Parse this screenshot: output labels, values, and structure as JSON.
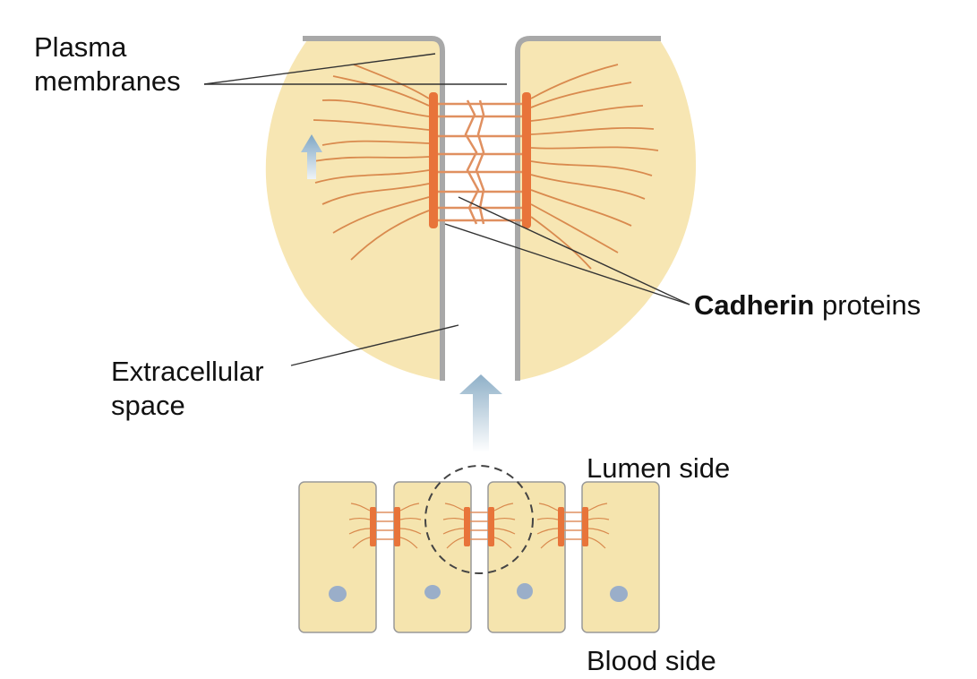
{
  "labels": {
    "plasma_line1": "Plasma",
    "plasma_line2": "membranes",
    "cadherin_bold": "Cadherin",
    "cadherin_rest": " proteins",
    "extracellular_line1": "Extracellular",
    "extracellular_line2": "space",
    "lumen_side": "Lumen side",
    "blood_side": "Blood side"
  },
  "colors": {
    "cytoplasm": "#f7e6b3",
    "cell_fill": "#f5e4ae",
    "membrane_gray": "#a8a8a8",
    "cadherin_orange": "#e8743a",
    "filament": "#d98a4e",
    "arrow_blue": "#a7bfd1",
    "nucleus": "#9aaec9",
    "leader_line": "#333333"
  },
  "icons": {
    "upward_arrow": "up-arrow-icon",
    "zoom_circle": "dashed-circle"
  }
}
